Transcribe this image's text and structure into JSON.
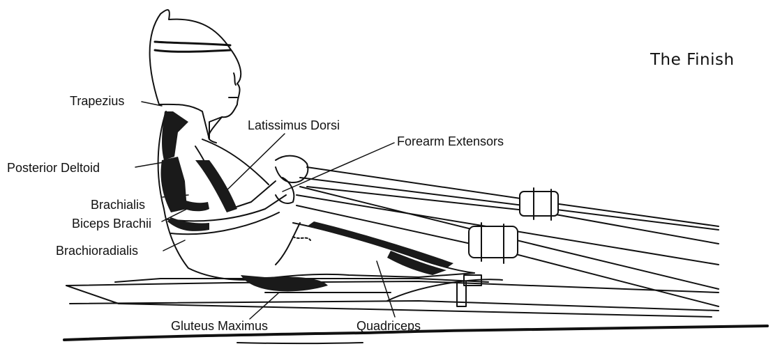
{
  "title": "The Finish",
  "labels": {
    "trapezius": "Trapezius",
    "latissimus_dorsi": "Latissimus Dorsi",
    "forearm_extensors": "Forearm Extensors",
    "posterior_deltoid": "Posterior Deltoid",
    "brachialis": "Brachialis",
    "biceps_brachii": "Biceps Brachii",
    "brachioradialis": "Brachioradialis",
    "gluteus_maximus": "Gluteus Maximus",
    "quadriceps": "Quadriceps"
  },
  "colors": {
    "ink": "#111111",
    "muscle": "#1a1a1a",
    "paper": "#ffffff"
  }
}
